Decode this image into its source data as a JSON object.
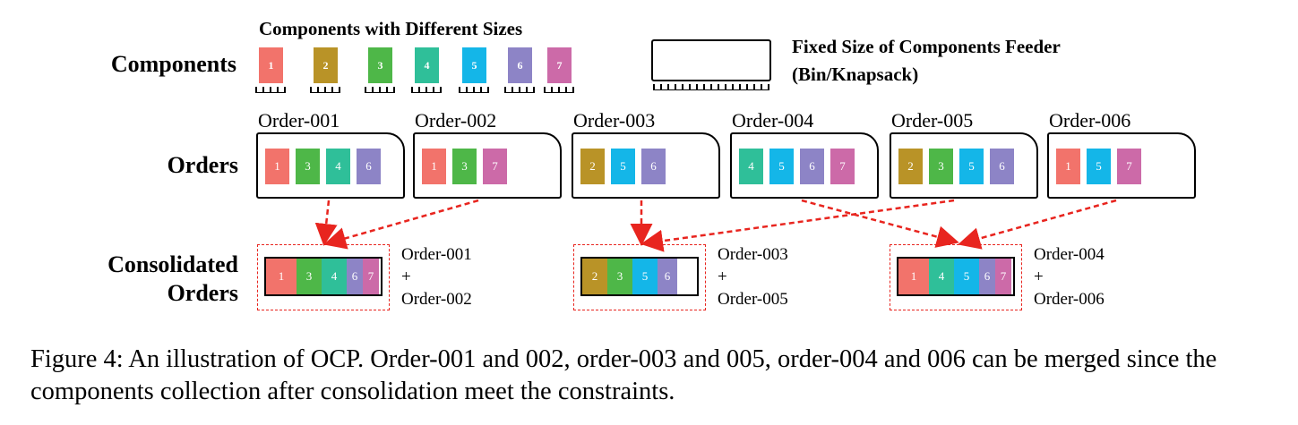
{
  "labels": {
    "components": "Components",
    "orders": "Orders",
    "consolidated_line1": "Consolidated",
    "consolidated_line2": "Orders"
  },
  "components_title": "Components with Different Sizes",
  "feeder_title_line1": "Fixed Size of Components Feeder",
  "feeder_title_line2": "(Bin/Knapsack)",
  "colors": {
    "1": "#f2736b",
    "2": "#b99327",
    "3": "#4eb748",
    "4": "#2fbf99",
    "5": "#14b6e8",
    "6": "#8d84c6",
    "7": "#cc6aa8",
    "arrow": "#e8251f"
  },
  "components": [
    "1",
    "2",
    "3",
    "4",
    "5",
    "6",
    "7"
  ],
  "orders": [
    {
      "name": "Order-001",
      "items": [
        "1",
        "3",
        "4",
        "6"
      ]
    },
    {
      "name": "Order-002",
      "items": [
        "1",
        "3",
        "7"
      ]
    },
    {
      "name": "Order-003",
      "items": [
        "2",
        "5",
        "6"
      ]
    },
    {
      "name": "Order-004",
      "items": [
        "4",
        "5",
        "6",
        "7"
      ]
    },
    {
      "name": "Order-005",
      "items": [
        "2",
        "3",
        "5",
        "6"
      ]
    },
    {
      "name": "Order-006",
      "items": [
        "1",
        "5",
        "7"
      ]
    }
  ],
  "consolidated": [
    {
      "items": [
        "1",
        "3",
        "4",
        "6",
        "7"
      ],
      "line1": "Order-001",
      "plus": "+",
      "line2": "Order-002"
    },
    {
      "items": [
        "2",
        "3",
        "5",
        "6"
      ],
      "line1": "Order-003",
      "plus": "+",
      "line2": "Order-005"
    },
    {
      "items": [
        "1",
        "4",
        "5",
        "6",
        "7"
      ],
      "line1": "Order-004",
      "plus": "+",
      "line2": "Order-006"
    }
  ],
  "caption": "Figure 4: An illustration of OCP. Order-001 and 002, order-003 and 005, order-004 and 006 can be merged since the components collection after consolidation meet the constraints."
}
